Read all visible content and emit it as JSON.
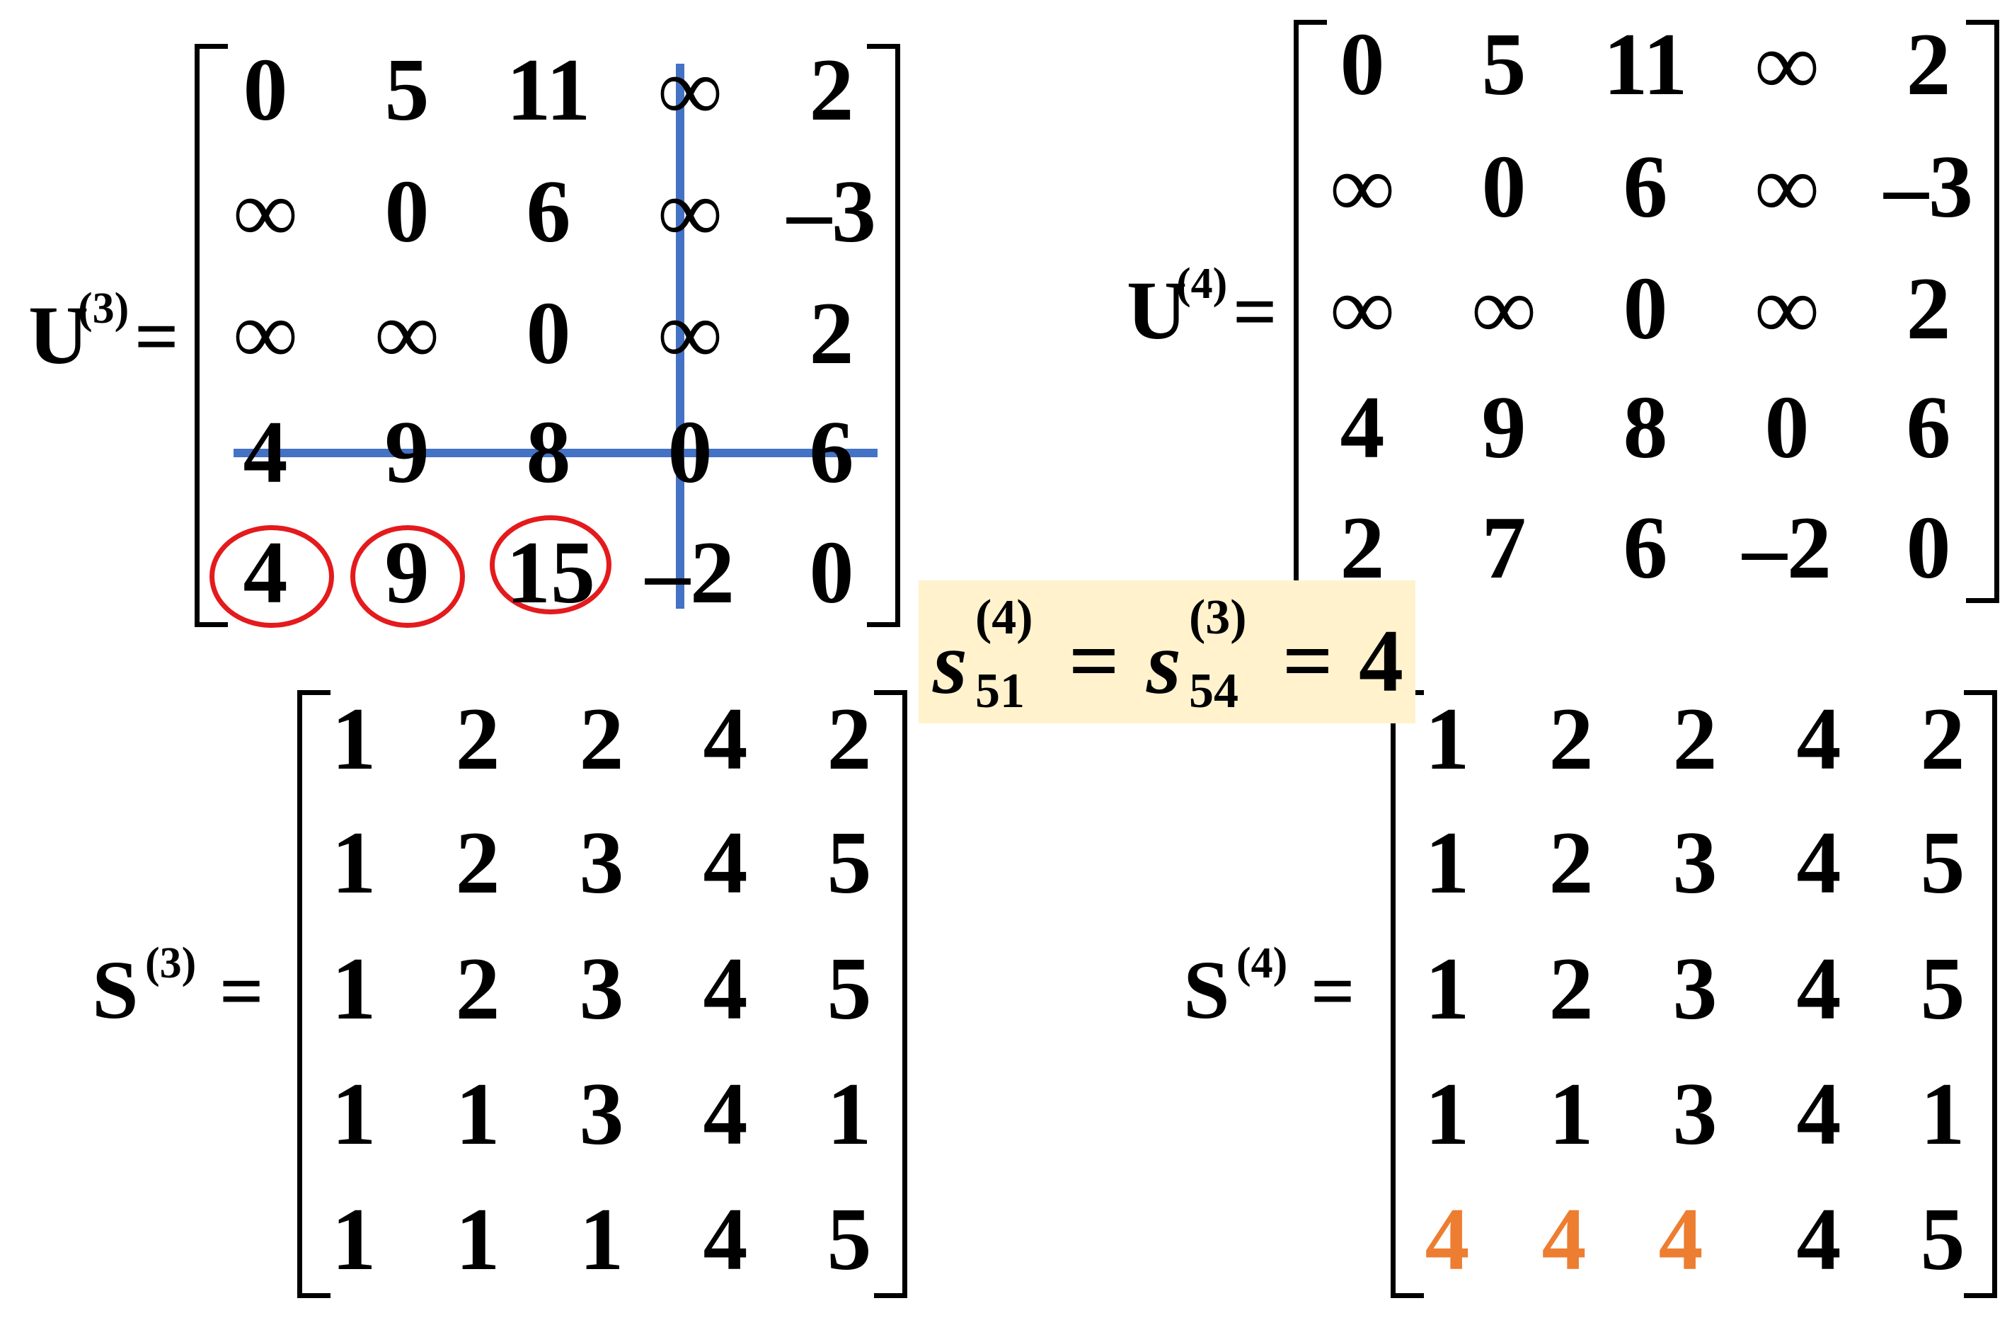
{
  "colors": {
    "highlight_line": "#4472c4",
    "circle": "#e41a1c",
    "formula_bg": "#fff2cc",
    "changed_entry": "#ed7d31"
  },
  "u3": {
    "base": "U",
    "sup": "(3)",
    "eq": "=",
    "rows": [
      [
        "0",
        "5",
        "11",
        "∞",
        "2"
      ],
      [
        "∞",
        "0",
        "6",
        "∞",
        "–3"
      ],
      [
        "∞",
        "∞",
        "0",
        "∞",
        "2"
      ],
      [
        "4",
        "9",
        "8",
        "0",
        "6"
      ],
      [
        "4",
        "9",
        "15",
        "–2",
        "0"
      ]
    ]
  },
  "u4": {
    "base": "U",
    "sup": "(4)",
    "eq": "=",
    "rows": [
      [
        "0",
        "5",
        "11",
        "∞",
        "2"
      ],
      [
        "∞",
        "0",
        "6",
        "∞",
        "–3"
      ],
      [
        "∞",
        "∞",
        "0",
        "∞",
        "2"
      ],
      [
        "4",
        "9",
        "8",
        "0",
        "6"
      ],
      [
        "2",
        "7",
        "6",
        "–2",
        "0"
      ]
    ]
  },
  "s3": {
    "base": "S",
    "sup": "(3)",
    "eq": "=",
    "rows": [
      [
        "1",
        "2",
        "2",
        "4",
        "2"
      ],
      [
        "1",
        "2",
        "3",
        "4",
        "5"
      ],
      [
        "1",
        "2",
        "3",
        "4",
        "5"
      ],
      [
        "1",
        "1",
        "3",
        "4",
        "1"
      ],
      [
        "1",
        "1",
        "1",
        "4",
        "5"
      ]
    ]
  },
  "s4": {
    "base": "S",
    "sup": "(4)",
    "eq": "=",
    "rows": [
      [
        "1",
        "2",
        "2",
        "4",
        "2"
      ],
      [
        "1",
        "2",
        "3",
        "4",
        "5"
      ],
      [
        "1",
        "2",
        "3",
        "4",
        "5"
      ],
      [
        "1",
        "1",
        "3",
        "4",
        "1"
      ],
      [
        "4",
        "4",
        "4",
        "4",
        "5"
      ]
    ]
  },
  "formula": {
    "var1": "s",
    "sub1": "51",
    "sup1": "(4)",
    "eq1": "=",
    "var2": "s",
    "sub2": "54",
    "sup2": "(3)",
    "eq2": "=",
    "result": "4"
  }
}
